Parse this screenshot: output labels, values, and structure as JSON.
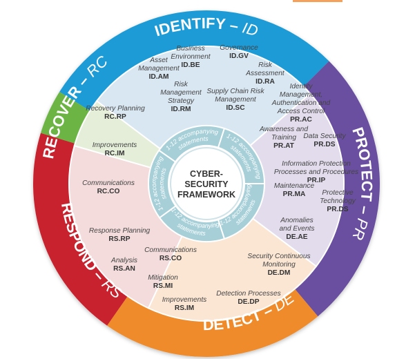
{
  "center": {
    "lines": [
      "CYBER-",
      "SECURITY",
      "FRAMEWORK"
    ]
  },
  "accompanying_label": [
    "1-12 accompanying",
    "statements"
  ],
  "colors": {
    "identify": "#1f9bd7",
    "protect": "#6a4fa0",
    "detect": "#ef8b2c",
    "respond": "#c8212d",
    "recover": "#6cb544",
    "identify_light": "#d9e7f2",
    "protect_light": "#e3dcec",
    "detect_light": "#fbe6d3",
    "respond_light": "#f3dcdb",
    "recover_light": "#e5eed9",
    "inner_ring": "#a6cfd8"
  },
  "functions": [
    {
      "id": "identify",
      "name": "IDENTIFY",
      "abbr": "ID",
      "categories": [
        {
          "lines": [
            "Asset",
            "Management"
          ],
          "code": "ID.AM"
        },
        {
          "lines": [
            "Business",
            "Environment"
          ],
          "code": "ID.BE"
        },
        {
          "lines": [
            "Governance"
          ],
          "code": "ID.GV"
        },
        {
          "lines": [
            "Risk",
            "Assessment"
          ],
          "code": "ID.RA"
        },
        {
          "lines": [
            "Risk",
            "Management",
            "Strategy"
          ],
          "code": "ID.RM"
        },
        {
          "lines": [
            "Supply Chain Risk",
            "Management"
          ],
          "code": "ID.SC"
        }
      ]
    },
    {
      "id": "protect",
      "name": "PROTECT",
      "abbr": "PR",
      "categories": [
        {
          "lines": [
            "Identity",
            "Management,",
            "Authentication and",
            "Access Control"
          ],
          "code": "PR.AC"
        },
        {
          "lines": [
            "Awareness and",
            "Training"
          ],
          "code": "PR.AT"
        },
        {
          "lines": [
            "Data Security"
          ],
          "code": "PR.DS"
        },
        {
          "lines": [
            "Information Protection",
            "Processes and Procedures"
          ],
          "code": "PR.IP"
        },
        {
          "lines": [
            "Maintenance"
          ],
          "code": "PR.MA"
        },
        {
          "lines": [
            "Protective",
            "Technology"
          ],
          "code": "PR.DS"
        }
      ]
    },
    {
      "id": "detect",
      "name": "DETECT",
      "abbr": "DE",
      "categories": [
        {
          "lines": [
            "Anomalies",
            "and Events"
          ],
          "code": "DE.AE"
        },
        {
          "lines": [
            "Security Continuous",
            "Monitoring"
          ],
          "code": "DE.DM"
        },
        {
          "lines": [
            "Detection Processes"
          ],
          "code": "DE.DP"
        }
      ]
    },
    {
      "id": "respond",
      "name": "RESPOND",
      "abbr": "RS",
      "categories": [
        {
          "lines": [
            "Response Planning"
          ],
          "code": "RS.RP"
        },
        {
          "lines": [
            "Communications"
          ],
          "code": "RS.CO"
        },
        {
          "lines": [
            "Analysis"
          ],
          "code": "RS.AN"
        },
        {
          "lines": [
            "Mitigation"
          ],
          "code": "RS.MI"
        },
        {
          "lines": [
            "Improvements"
          ],
          "code": "RS.IM"
        }
      ]
    },
    {
      "id": "recover",
      "name": "RECOVER",
      "abbr": "RC",
      "categories": [
        {
          "lines": [
            "Recovery Planning"
          ],
          "code": "RC.RP"
        },
        {
          "lines": [
            "Improvements"
          ],
          "code": "RC.IM"
        },
        {
          "lines": [
            "Communications"
          ],
          "code": "RC.CO"
        }
      ]
    }
  ]
}
